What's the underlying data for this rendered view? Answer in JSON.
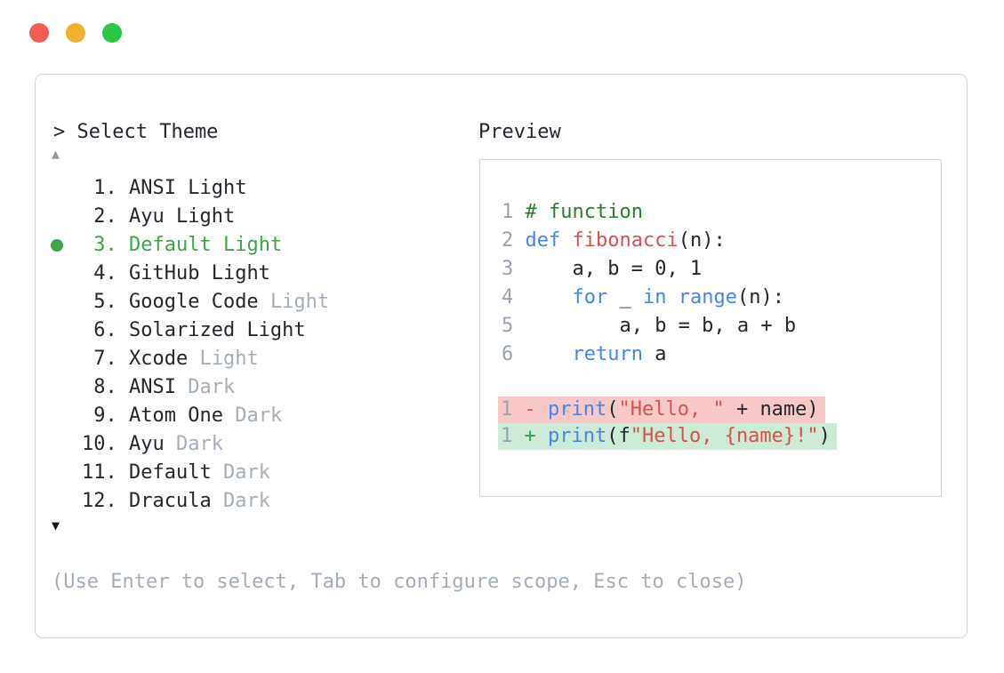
{
  "colors": {
    "text_dark": "#23272e",
    "muted_gray": "#a4adba",
    "linenum_gray": "#9aa3b1",
    "arrow_up_gray": "#8d99ad",
    "accent_green": "#3fa34d",
    "comment_green": "#2a7e2e",
    "keyword_blue": "#4585f0",
    "string_red": "#d7514e",
    "plus_green": "#2e9e52",
    "removed_bg": "#f8c8c8",
    "added_bg": "#cdead6",
    "border_gray": "#d0d5dd",
    "traffic_red": "#f45c52",
    "traffic_yellow": "#f2b02e",
    "traffic_green": "#2dc644"
  },
  "window_controls": {
    "buttons": [
      {
        "name": "close",
        "color": "#f45c52"
      },
      {
        "name": "minimize",
        "color": "#f2b02e"
      },
      {
        "name": "zoom",
        "color": "#2dc644"
      }
    ]
  },
  "theme_picker": {
    "prompt": "> Select Theme",
    "scroll_up": "▲",
    "scroll_down": "▼",
    "items": [
      {
        "num": " 1.",
        "name": "ANSI",
        "variant": "Light",
        "variant_muted": false,
        "selected": false
      },
      {
        "num": " 2.",
        "name": "Ayu",
        "variant": "Light",
        "variant_muted": false,
        "selected": false
      },
      {
        "num": " 3.",
        "name": "Default",
        "variant": "Light",
        "variant_muted": false,
        "selected": true
      },
      {
        "num": " 4.",
        "name": "GitHub",
        "variant": "Light",
        "variant_muted": false,
        "selected": false
      },
      {
        "num": " 5.",
        "name": "Google Code",
        "variant": "Light",
        "variant_muted": true,
        "selected": false
      },
      {
        "num": " 6.",
        "name": "Solarized",
        "variant": "Light",
        "variant_muted": false,
        "selected": false
      },
      {
        "num": " 7.",
        "name": "Xcode",
        "variant": "Light",
        "variant_muted": true,
        "selected": false
      },
      {
        "num": " 8.",
        "name": "ANSI",
        "variant": "Dark",
        "variant_muted": true,
        "selected": false
      },
      {
        "num": " 9.",
        "name": "Atom One",
        "variant": "Dark",
        "variant_muted": true,
        "selected": false
      },
      {
        "num": "10.",
        "name": "Ayu",
        "variant": "Dark",
        "variant_muted": true,
        "selected": false
      },
      {
        "num": "11.",
        "name": "Default",
        "variant": "Dark",
        "variant_muted": true,
        "selected": false
      },
      {
        "num": "12.",
        "name": "Dracula",
        "variant": "Dark",
        "variant_muted": true,
        "selected": false
      }
    ],
    "footer_hint": "(Use Enter to select, Tab to configure scope, Esc to close)"
  },
  "preview": {
    "label": "Preview",
    "code_lines": [
      {
        "num": "1",
        "tokens": [
          {
            "t": "# function",
            "c": "comment"
          }
        ]
      },
      {
        "num": "2",
        "tokens": [
          {
            "t": "def",
            "c": "kw"
          },
          {
            "t": " ",
            "c": "plain"
          },
          {
            "t": "fibonacci",
            "c": "fn"
          },
          {
            "t": "(n):",
            "c": "plain"
          }
        ]
      },
      {
        "num": "3",
        "tokens": [
          {
            "t": "    a, b = 0, 1",
            "c": "plain"
          }
        ]
      },
      {
        "num": "4",
        "tokens": [
          {
            "t": "    ",
            "c": "plain"
          },
          {
            "t": "for",
            "c": "kw"
          },
          {
            "t": " _ ",
            "c": "plain"
          },
          {
            "t": "in",
            "c": "kw"
          },
          {
            "t": " ",
            "c": "plain"
          },
          {
            "t": "range",
            "c": "kw"
          },
          {
            "t": "(n):",
            "c": "plain"
          }
        ]
      },
      {
        "num": "5",
        "tokens": [
          {
            "t": "        a, b = b, a + b",
            "c": "plain"
          }
        ]
      },
      {
        "num": "6",
        "tokens": [
          {
            "t": "    ",
            "c": "plain"
          },
          {
            "t": "return",
            "c": "kw"
          },
          {
            "t": " a",
            "c": "plain"
          }
        ]
      }
    ],
    "diff_lines": [
      {
        "num": "1",
        "sign": "-",
        "kind": "removed",
        "tokens": [
          {
            "t": "print",
            "c": "kw"
          },
          {
            "t": "(",
            "c": "plain"
          },
          {
            "t": "\"Hello, \"",
            "c": "str"
          },
          {
            "t": " + name)",
            "c": "plain"
          }
        ]
      },
      {
        "num": "1",
        "sign": "+",
        "kind": "added",
        "tokens": [
          {
            "t": "print",
            "c": "kw"
          },
          {
            "t": "(f",
            "c": "plain"
          },
          {
            "t": "\"Hello, {name}!\"",
            "c": "str"
          },
          {
            "t": ")",
            "c": "plain"
          }
        ]
      }
    ]
  }
}
